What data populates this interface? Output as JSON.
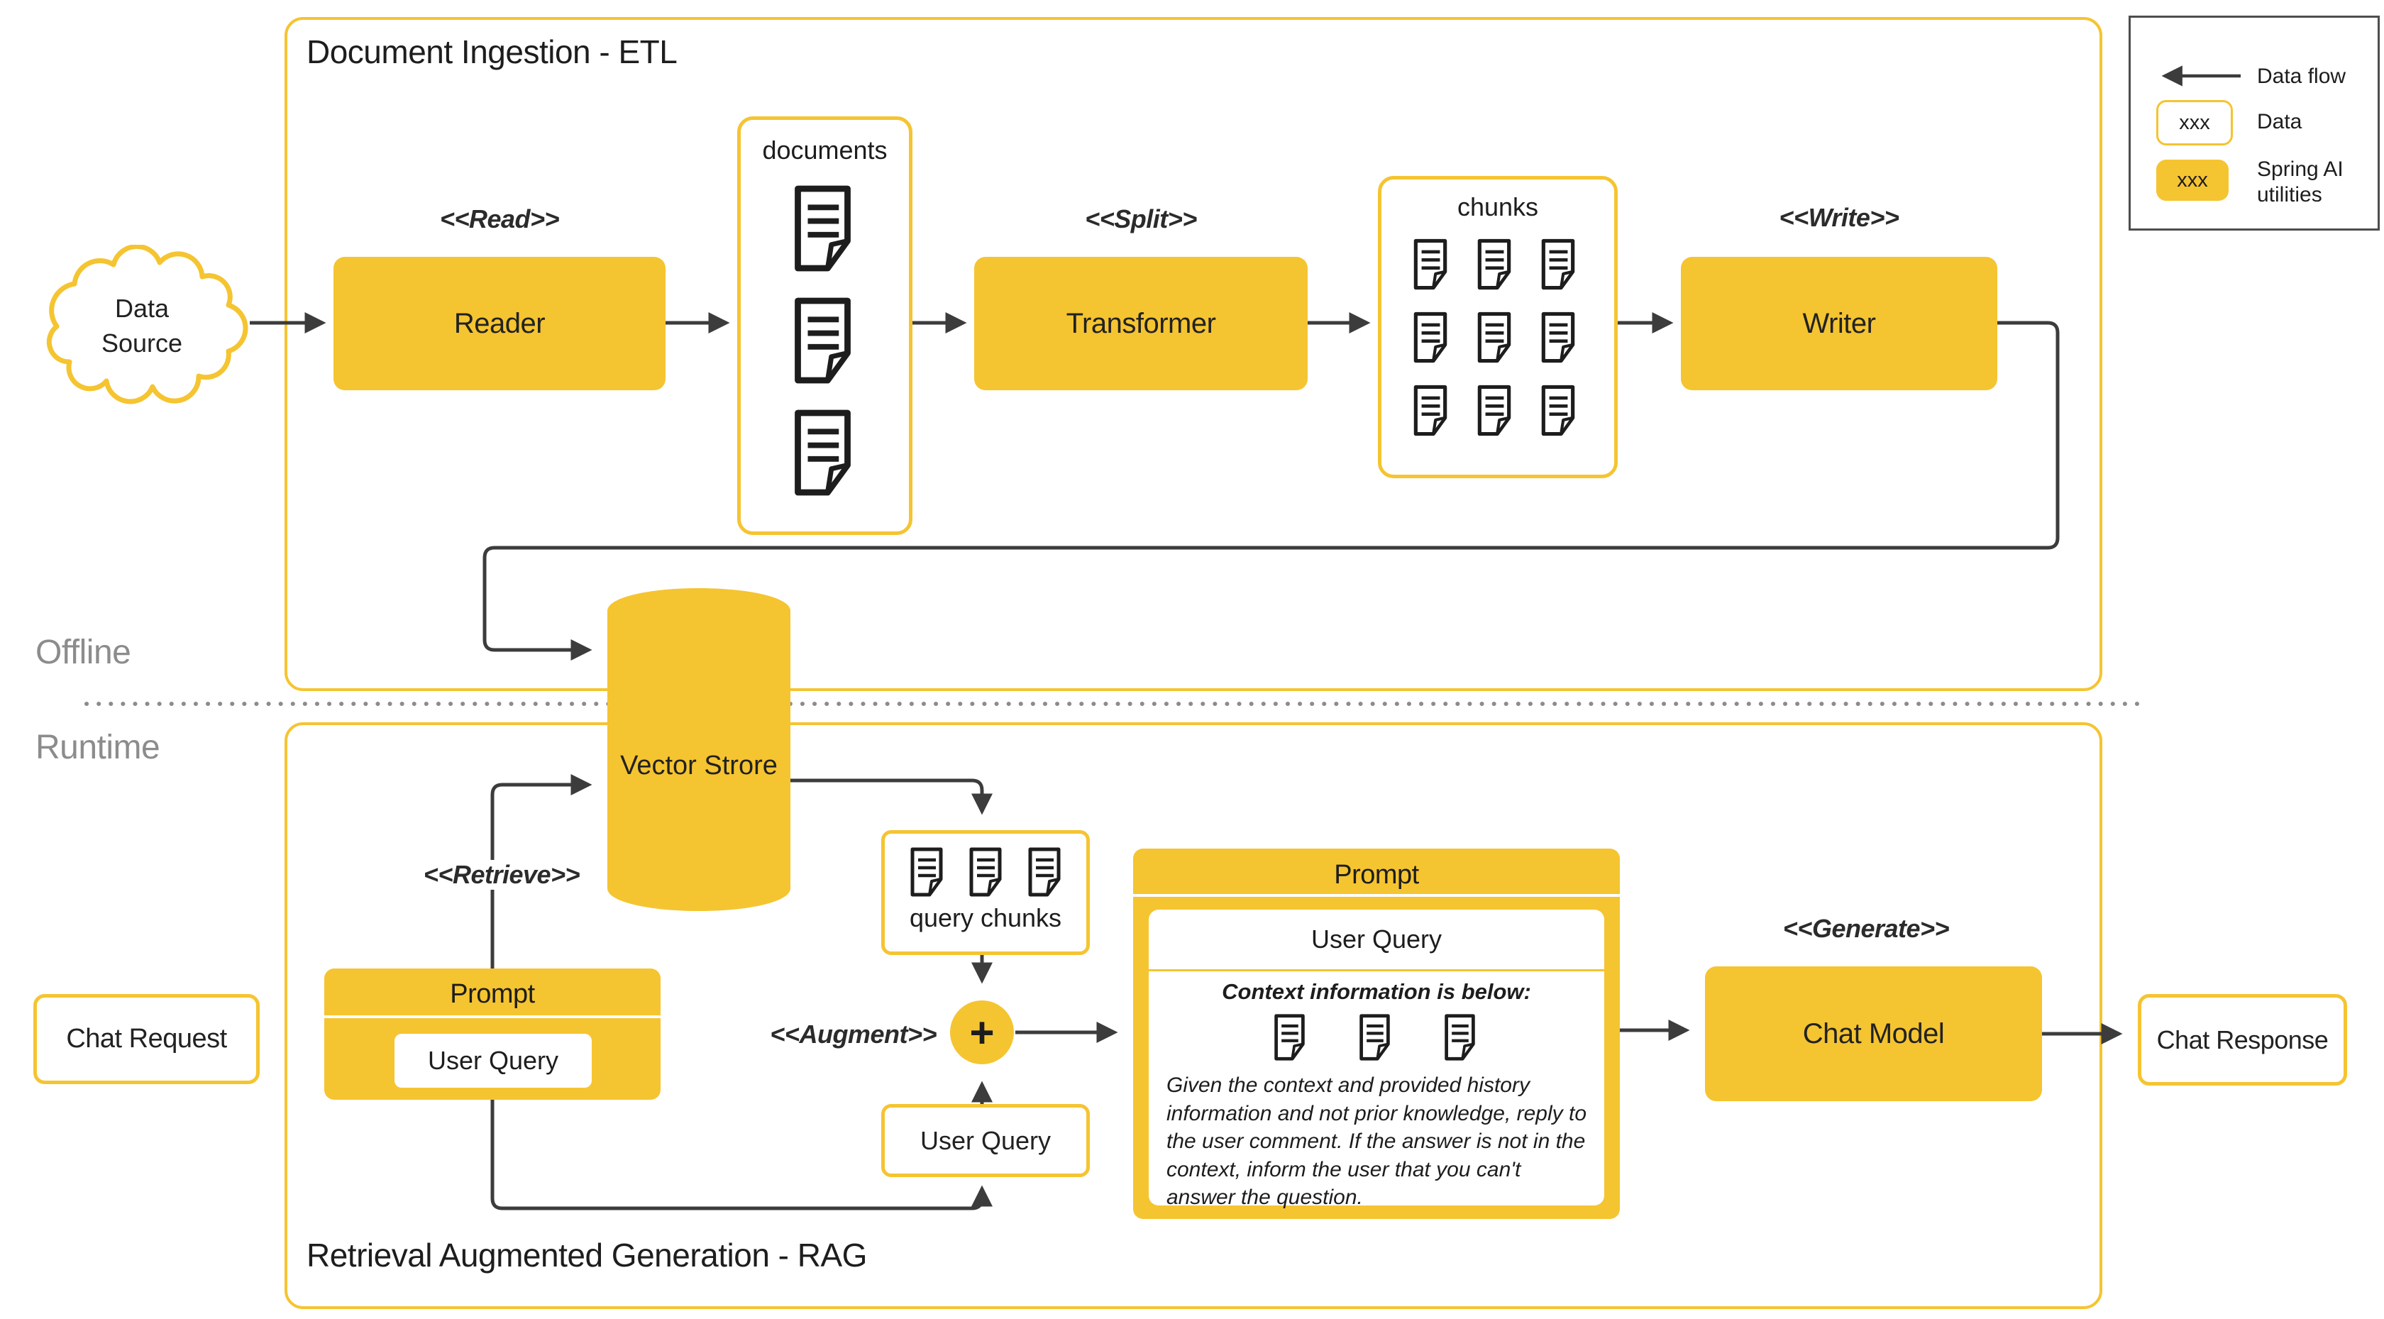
{
  "legend": {
    "data_flow_label": "Data flow",
    "data_sample": "xxx",
    "data_label": "Data",
    "spring_sample": "xxx",
    "spring_label": "Spring AI utilities"
  },
  "sections": {
    "etl_title": "Document Ingestion - ETL",
    "rag_title": "Retrieval Augmented Generation - RAG",
    "offline_label": "Offline",
    "runtime_label": "Runtime"
  },
  "etl": {
    "data_source": "Data Source",
    "read_stereotype": "<<Read>>",
    "reader": "Reader",
    "documents_label": "documents",
    "split_stereotype": "<<Split>>",
    "transformer": "Transformer",
    "chunks_label": "chunks",
    "write_stereotype": "<<Write>>",
    "writer": "Writer"
  },
  "rag": {
    "vector_store": "Vector Strore",
    "chat_request": "Chat Request",
    "retrieve_stereotype": "<<Retrieve>>",
    "prompt_small": {
      "title": "Prompt",
      "user_query": "User Query"
    },
    "query_chunks_label": "query chunks",
    "augment_stereotype": "<<Augment>>",
    "plus_sign": "+",
    "user_query_box": "User Query",
    "prompt_big": {
      "title": "Prompt",
      "user_query": "User Query",
      "context_line": "Context information is below:",
      "instruction": "Given the context and provided history information and not prior knowledge, reply to the user comment. If the answer is not in the context, inform the user that you can't answer the question."
    },
    "generate_stereotype": "<<Generate>>",
    "chat_model": "Chat Model",
    "chat_response": "Chat Response"
  },
  "colors": {
    "spring_yellow": "#F5C431",
    "arrow_dark": "#3C3C3C",
    "muted_gray": "#8C8C8C"
  }
}
